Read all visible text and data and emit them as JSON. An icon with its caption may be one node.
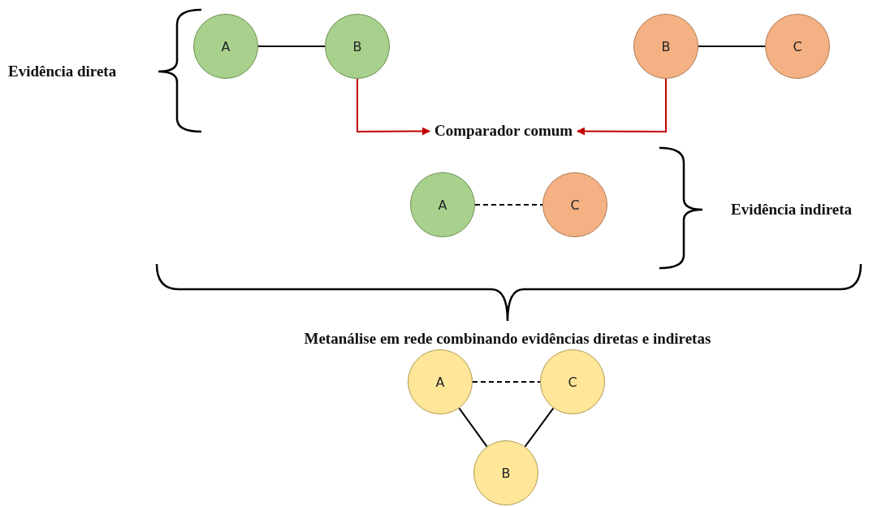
{
  "diagram": {
    "nodes": [
      {
        "text": [
          "A"
        ]
      },
      {
        "text": [
          "B"
        ]
      },
      {
        "text": [
          "B"
        ]
      },
      {
        "text": [
          "C"
        ]
      },
      {
        "text": [
          "Comparador comum"
        ]
      },
      {
        "text": [
          "A"
        ]
      },
      {
        "text": [
          "C"
        ]
      },
      {
        "text": [
          "A"
        ]
      },
      {
        "text": [
          "C"
        ]
      },
      {
        "text": [
          "B"
        ]
      }
    ],
    "edges": [
      {
        "from": 0,
        "to": 1,
        "arrow": "none"
      },
      {
        "from": 2,
        "to": 3,
        "arrow": "none"
      },
      {
        "from": 1,
        "to": 4,
        "arrow": "to",
        "color": "#c00000"
      },
      {
        "from": 2,
        "to": 4,
        "arrow": "to",
        "color": "#c00000"
      },
      {
        "from": 5,
        "to": 6,
        "arrow": "none",
        "style": "dashed"
      },
      {
        "from": 7,
        "to": 8,
        "arrow": "none",
        "style": "dashed"
      },
      {
        "from": 7,
        "to": 9,
        "arrow": "none"
      },
      {
        "from": 8,
        "to": 9,
        "arrow": "none"
      }
    ],
    "labels": [
      "Evidência direta",
      "Evidência indireta",
      "Metanálise em rede combinando evidências diretas e indiretas"
    ]
  }
}
